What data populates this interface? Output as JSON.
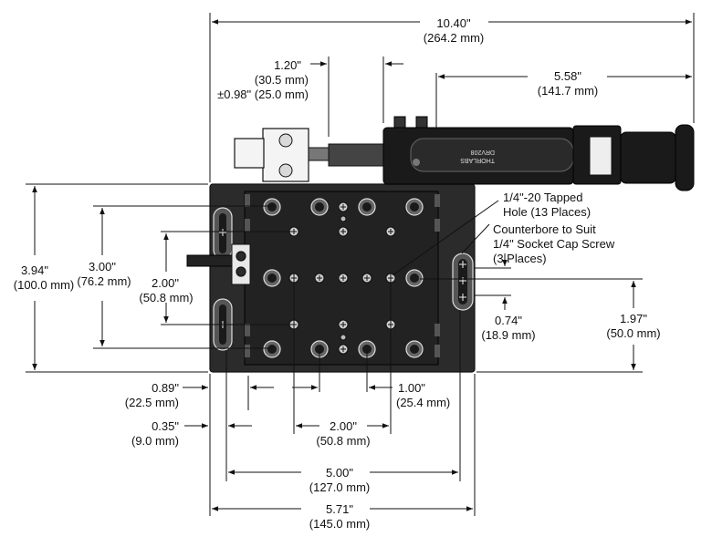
{
  "dimensions": {
    "overall_width": {
      "inch": "10.40\"",
      "mm": "(264.2 mm)"
    },
    "left_offset": {
      "inch": "1.20\"",
      "mm": "(30.5 mm)"
    },
    "travel": {
      "inch": "±0.98\" (25.0 mm)"
    },
    "actuator_length": {
      "inch": "5.58\"",
      "mm": "(141.7 mm)"
    },
    "stage_height": {
      "inch": "3.94\"",
      "mm": "(100.0 mm)"
    },
    "hole_span_300": {
      "inch": "3.00\"",
      "mm": "(76.2 mm)"
    },
    "hole_span_200_v": {
      "inch": "2.00\"",
      "mm": "(50.8 mm)"
    },
    "counterbore_span": {
      "inch": "0.74\"",
      "mm": "(18.9 mm)"
    },
    "center_height": {
      "inch": "1.97\"",
      "mm": "(50.0 mm)"
    },
    "edge_089": {
      "inch": "0.89\"",
      "mm": "(22.5 mm)"
    },
    "edge_035": {
      "inch": "0.35\"",
      "mm": "(9.0 mm)"
    },
    "pitch_100": {
      "inch": "1.00\"",
      "mm": "(25.4 mm)"
    },
    "pitch_200_h": {
      "inch": "2.00\"",
      "mm": "(50.8 mm)"
    },
    "width_500": {
      "inch": "5.00\"",
      "mm": "(127.0 mm)"
    },
    "width_571": {
      "inch": "5.71\"",
      "mm": "(145.0 mm)"
    }
  },
  "callouts": {
    "tapped_holes": [
      "1/4\"-20 Tapped",
      "Hole (13 Places)"
    ],
    "counterbore": [
      "Counterbore to Suit",
      "1/4\" Socket Cap Screw",
      "(3 Places)"
    ]
  },
  "actuator_label": [
    "THORLABS",
    "DRV208"
  ],
  "colors": {
    "line": "#111111",
    "body": "#1a1a1a",
    "plate": "#2b2b2b",
    "background": "#ffffff"
  }
}
